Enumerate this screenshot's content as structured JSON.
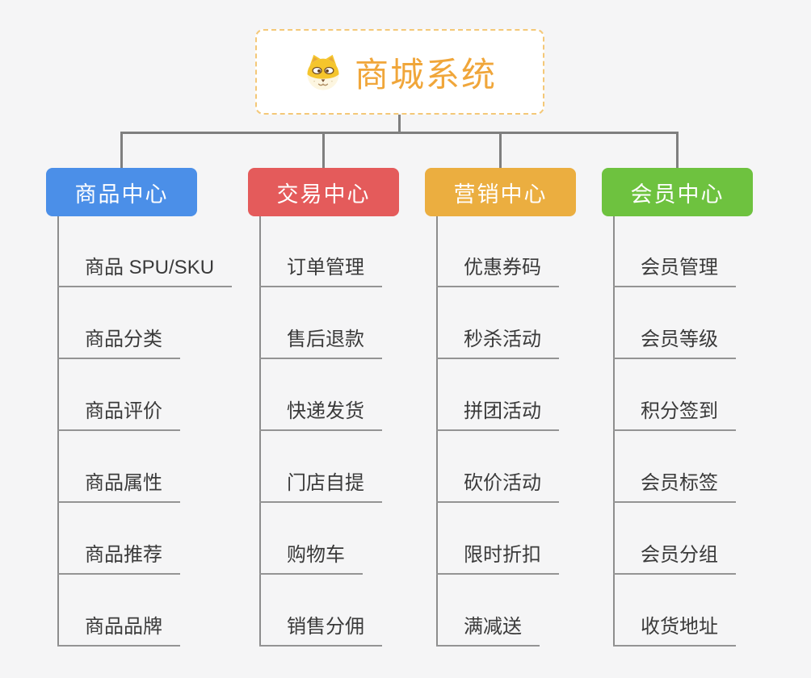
{
  "root": {
    "title": "商城系统",
    "icon": "dog-face-icon",
    "title_color": "#f0a63a",
    "border_color": "#f4c878"
  },
  "colors": {
    "background": "#f5f5f6",
    "connector": "#7f7f7f",
    "child_underline": "#949494",
    "child_text": "#3a3a3a"
  },
  "branches": [
    {
      "label": "商品中心",
      "color": "#4b8fe8",
      "items": [
        "商品 SPU/SKU",
        "商品分类",
        "商品评价",
        "商品属性",
        "商品推荐",
        "商品品牌"
      ]
    },
    {
      "label": "交易中心",
      "color": "#e45b5b",
      "items": [
        "订单管理",
        "售后退款",
        "快递发货",
        "门店自提",
        "购物车",
        "销售分佣"
      ]
    },
    {
      "label": "营销中心",
      "color": "#ebae40",
      "items": [
        "优惠券码",
        "秒杀活动",
        "拼团活动",
        "砍价活动",
        "限时折扣",
        "满减送"
      ]
    },
    {
      "label": "会员中心",
      "color": "#6ec23f",
      "items": [
        "会员管理",
        "会员等级",
        "积分签到",
        "会员标签",
        "会员分组",
        "收货地址"
      ]
    }
  ]
}
